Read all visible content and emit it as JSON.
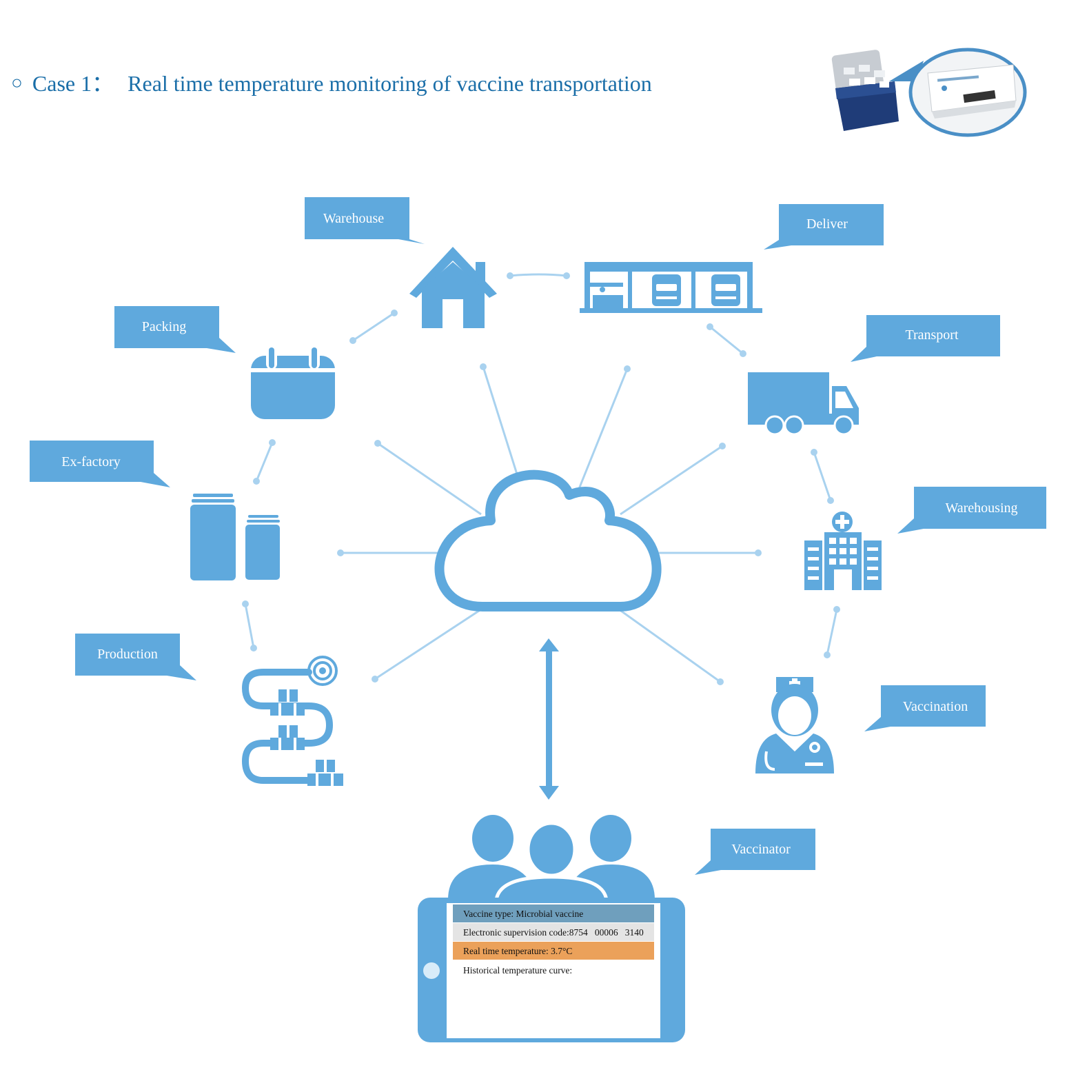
{
  "header": {
    "case_label": "Case 1：",
    "title": "Real time temperature monitoring of vaccine transportation"
  },
  "colors": {
    "accent": "#5fa9dd",
    "light_line": "#a9d2ef",
    "title": "#1a6ea8",
    "row_type_bg": "#6f9fbd",
    "row_code_bg": "#e4e4e4",
    "row_temp_bg": "#eba15a",
    "cooler_box": "#1f3c78"
  },
  "stages": {
    "warehouse": {
      "label": "Warehouse",
      "icon": "house-icon"
    },
    "deliver": {
      "label": "Deliver",
      "icon": "distribution-center-icon"
    },
    "packing": {
      "label": "Packing",
      "icon": "package-icon"
    },
    "transport": {
      "label": "Transport",
      "icon": "truck-icon"
    },
    "ex_factory": {
      "label": "Ex-factory",
      "icon": "vials-icon"
    },
    "warehousing": {
      "label": "Warehousing",
      "icon": "hospital-icon"
    },
    "production": {
      "label": "Production",
      "icon": "conveyor-icon"
    },
    "vaccination": {
      "label": "Vaccination",
      "icon": "nurse-icon"
    },
    "vaccinator": {
      "label": "Vaccinator",
      "icon": "group-icon"
    }
  },
  "hub": {
    "icon": "cloud-icon"
  },
  "tablet": {
    "vaccine_type": "Vaccine type: Microbial vaccine",
    "supervision_code": "Electronic supervision code:8754   00006   3140",
    "real_time_temperature": "Real time temperature: 3.7°C",
    "history_label": "Historical temperature curve:"
  }
}
